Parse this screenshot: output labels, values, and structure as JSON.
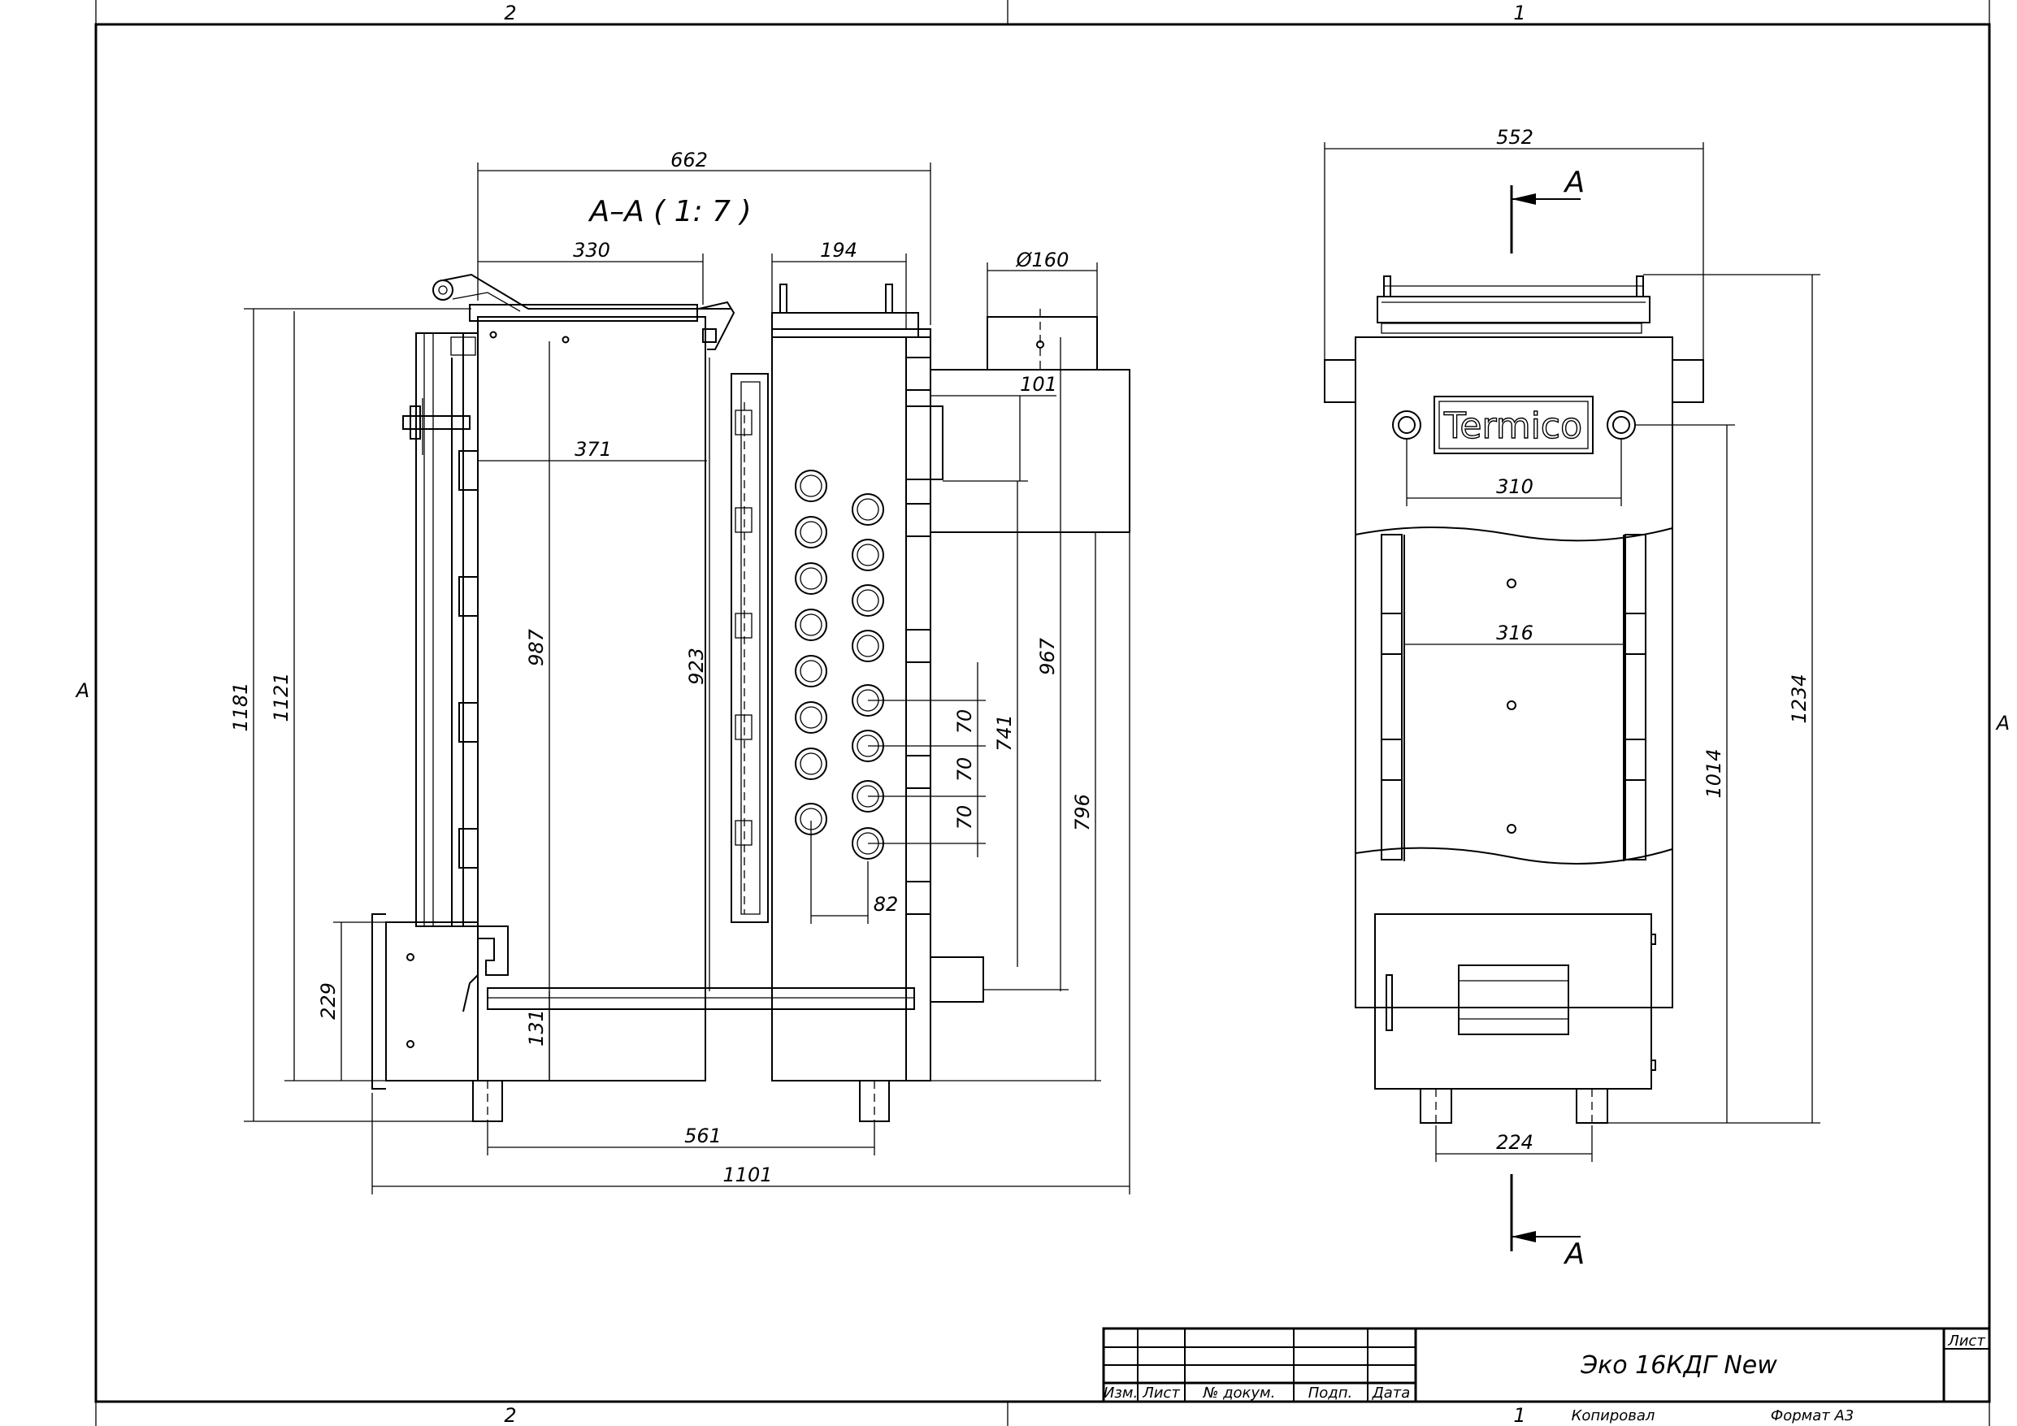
{
  "frame": {
    "zone_top_left": "2",
    "zone_top_right": "1",
    "zone_bottom_left": "2",
    "zone_bottom_right": "1",
    "zone_side_left": "A",
    "zone_side_right": "A"
  },
  "section_view": {
    "title": "А–А ( 1: 7 )",
    "dims": {
      "overall_width": "662",
      "w330": "330",
      "w194": "194",
      "flue_dia": "Ø160",
      "v101": "101",
      "w371": "371",
      "h1181": "1181",
      "h1121": "1121",
      "h987": "987",
      "h923": "923",
      "h967": "967",
      "h741": "741",
      "h796": "796",
      "pitch_1": "70",
      "pitch_2": "70",
      "pitch_3": "70",
      "w82": "82",
      "h229": "229",
      "h131": "131",
      "w561": "561",
      "w1101": "1101"
    }
  },
  "front_view": {
    "brand": "Termico",
    "section_mark_top": "A",
    "section_mark_bottom": "A",
    "dims": {
      "w552": "552",
      "w310": "310",
      "w316": "316",
      "h1234": "1234",
      "h1014": "1014",
      "w224": "224"
    }
  },
  "title_block": {
    "product_name": "Эко 16КДГ New",
    "sheet_label": "Лист",
    "col_izm": "Изм.",
    "col_list": "Лист",
    "col_doc": "№ докум.",
    "col_sign": "Подп.",
    "col_date": "Дата",
    "copied_label": "Копировал",
    "format_label": "Формат А3"
  }
}
